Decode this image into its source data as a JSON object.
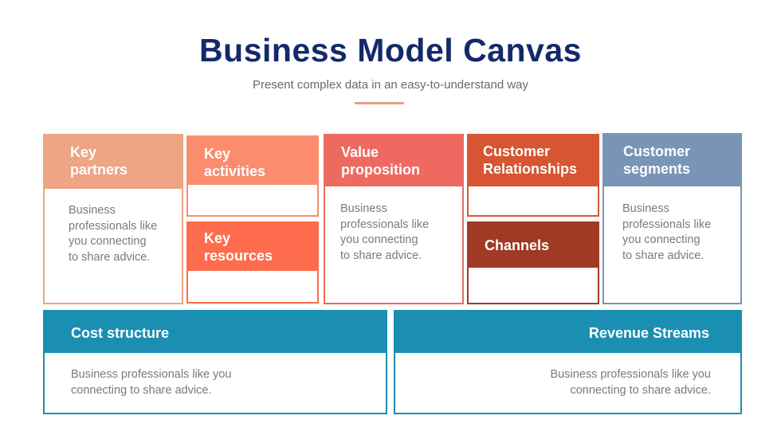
{
  "header": {
    "title": "Business Model Canvas",
    "subtitle": "Present complex data in an easy-to-understand way"
  },
  "blocks": {
    "key_partners": {
      "line1": "Key",
      "line2": "partners",
      "text": [
        "Business",
        "professionals like",
        "you connecting",
        "to share advice."
      ],
      "color": "#eda584"
    },
    "key_activities": {
      "line1": "Key",
      "line2": "activities",
      "color": "#fb8c6e"
    },
    "key_resources": {
      "line1": "Key",
      "line2": "resources",
      "color": "#fe6c4e"
    },
    "value_proposition": {
      "line1": "Value",
      "line2": "proposition",
      "text": [
        "Business",
        "professionals like",
        "you connecting",
        "to share advice."
      ],
      "color": "#ee6960"
    },
    "customer_relationships": {
      "line1": "Customer",
      "line2": "Relationships",
      "color": "#d75532"
    },
    "channels": {
      "label": "Channels",
      "color": "#a03a25"
    },
    "customer_segments": {
      "line1": "Customer",
      "line2": "segments",
      "text": [
        "Business",
        "professionals like",
        "you connecting",
        "to share advice."
      ],
      "color": "#7895b7"
    },
    "cost_structure": {
      "label": "Cost structure",
      "text": [
        "Business professionals like you",
        "connecting to share advice."
      ],
      "color": "#1b8fb1"
    },
    "revenue_streams": {
      "label": "Revenue Streams",
      "text": [
        "Business professionals like you",
        "connecting to share advice."
      ],
      "color": "#1b8fb1"
    }
  }
}
